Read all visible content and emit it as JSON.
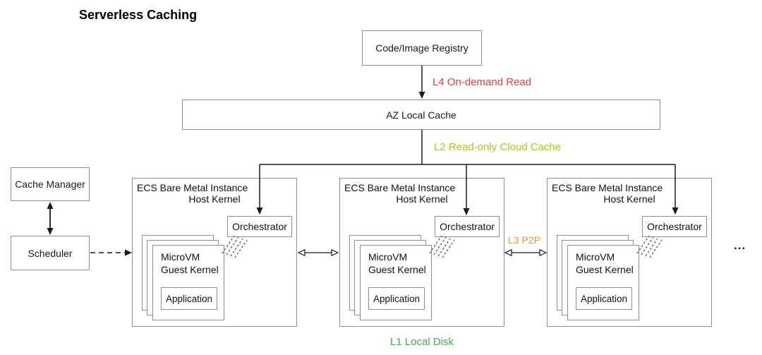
{
  "title": "Serverless Caching",
  "colors": {
    "l4_red": "#e84040",
    "l2_olive": "#b5c618",
    "l3_orange": "#f09233",
    "l1_green": "#3fb24a",
    "box_border_gray": "#8e8e8e",
    "arrow_black": "#1a1a1a"
  },
  "nodes": {
    "registry": "Code/Image Registry",
    "az_cache": "AZ Local Cache",
    "cache_manager": "Cache Manager",
    "scheduler": "Scheduler"
  },
  "edge_labels": {
    "l4": {
      "text": "L4 On-demand Read",
      "color": "#e84040"
    },
    "l2": {
      "text": "L2 Read-only Cloud Cache",
      "color": "#b5c618"
    },
    "l3": {
      "text": "L3 P2P",
      "color": "#f09233"
    },
    "l1": {
      "text": "L1 Local Disk",
      "color": "#3fb24a"
    }
  },
  "instances": [
    {
      "header_line1": "ECS Bare Metal Instance",
      "header_line2": "Host Kernel",
      "orchestrator": "Orchestrator",
      "microvm_line1": "MicroVM",
      "microvm_line2": "Guest Kernel",
      "application": "Application"
    },
    {
      "header_line1": "ECS Bare Metal Instance",
      "header_line2": "Host Kernel",
      "orchestrator": "Orchestrator",
      "microvm_line1": "MicroVM",
      "microvm_line2": "Guest Kernel",
      "application": "Application"
    },
    {
      "header_line1": "ECS Bare Metal Instance",
      "header_line2": "Host Kernel",
      "orchestrator": "Orchestrator",
      "microvm_line1": "MicroVM",
      "microvm_line2": "Guest Kernel",
      "application": "Application"
    }
  ],
  "ellipsis": "..."
}
